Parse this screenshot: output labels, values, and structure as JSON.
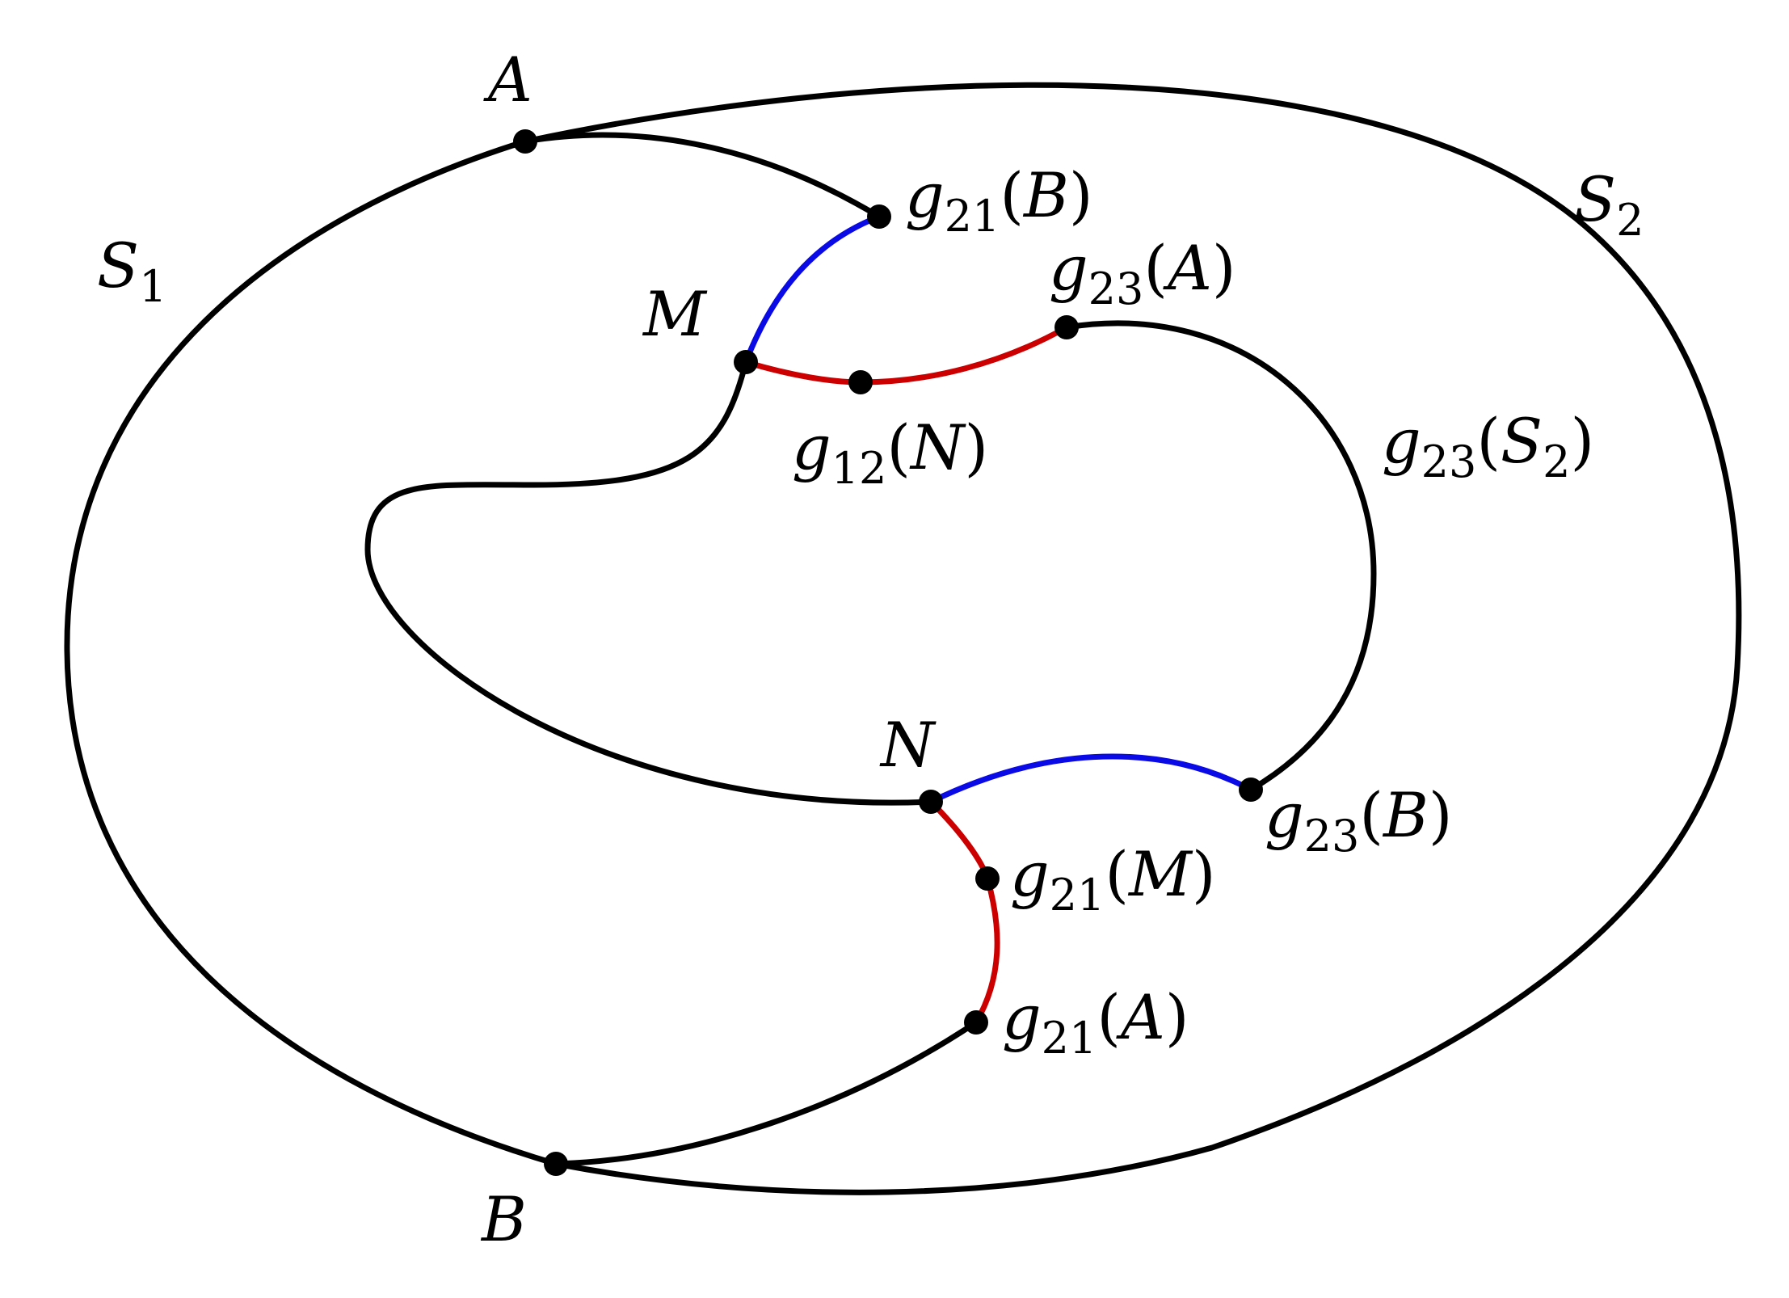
{
  "colors": {
    "outline": "#000000",
    "blue_arc": "#0a0ae6",
    "red_arc": "#cc0000"
  },
  "regions": {
    "s1": {
      "letter": "S",
      "sub": "1"
    },
    "s2": {
      "letter": "S",
      "sub": "2"
    }
  },
  "points": {
    "A": "A",
    "B": "B",
    "M": "M",
    "N": "N"
  },
  "images": {
    "g21B": {
      "fn": "g",
      "sub": "21",
      "open": "(",
      "arg": "B",
      "close": ")"
    },
    "g23A": {
      "fn": "g",
      "sub": "23",
      "open": "(",
      "arg": "A",
      "close": ")"
    },
    "g12N": {
      "fn": "g",
      "sub": "12",
      "open": "(",
      "arg": "N",
      "close": ")"
    },
    "g23S2": {
      "fn": "g",
      "sub": "23",
      "open": "(",
      "arg": "S",
      "argsub": "2",
      "close": ")"
    },
    "g23B": {
      "fn": "g",
      "sub": "23",
      "open": "(",
      "arg": "B",
      "close": ")"
    },
    "g21M": {
      "fn": "g",
      "sub": "21",
      "open": "(",
      "arg": "M",
      "close": ")"
    },
    "g21A": {
      "fn": "g",
      "sub": "21",
      "open": "(",
      "arg": "A",
      "close": ")"
    }
  }
}
